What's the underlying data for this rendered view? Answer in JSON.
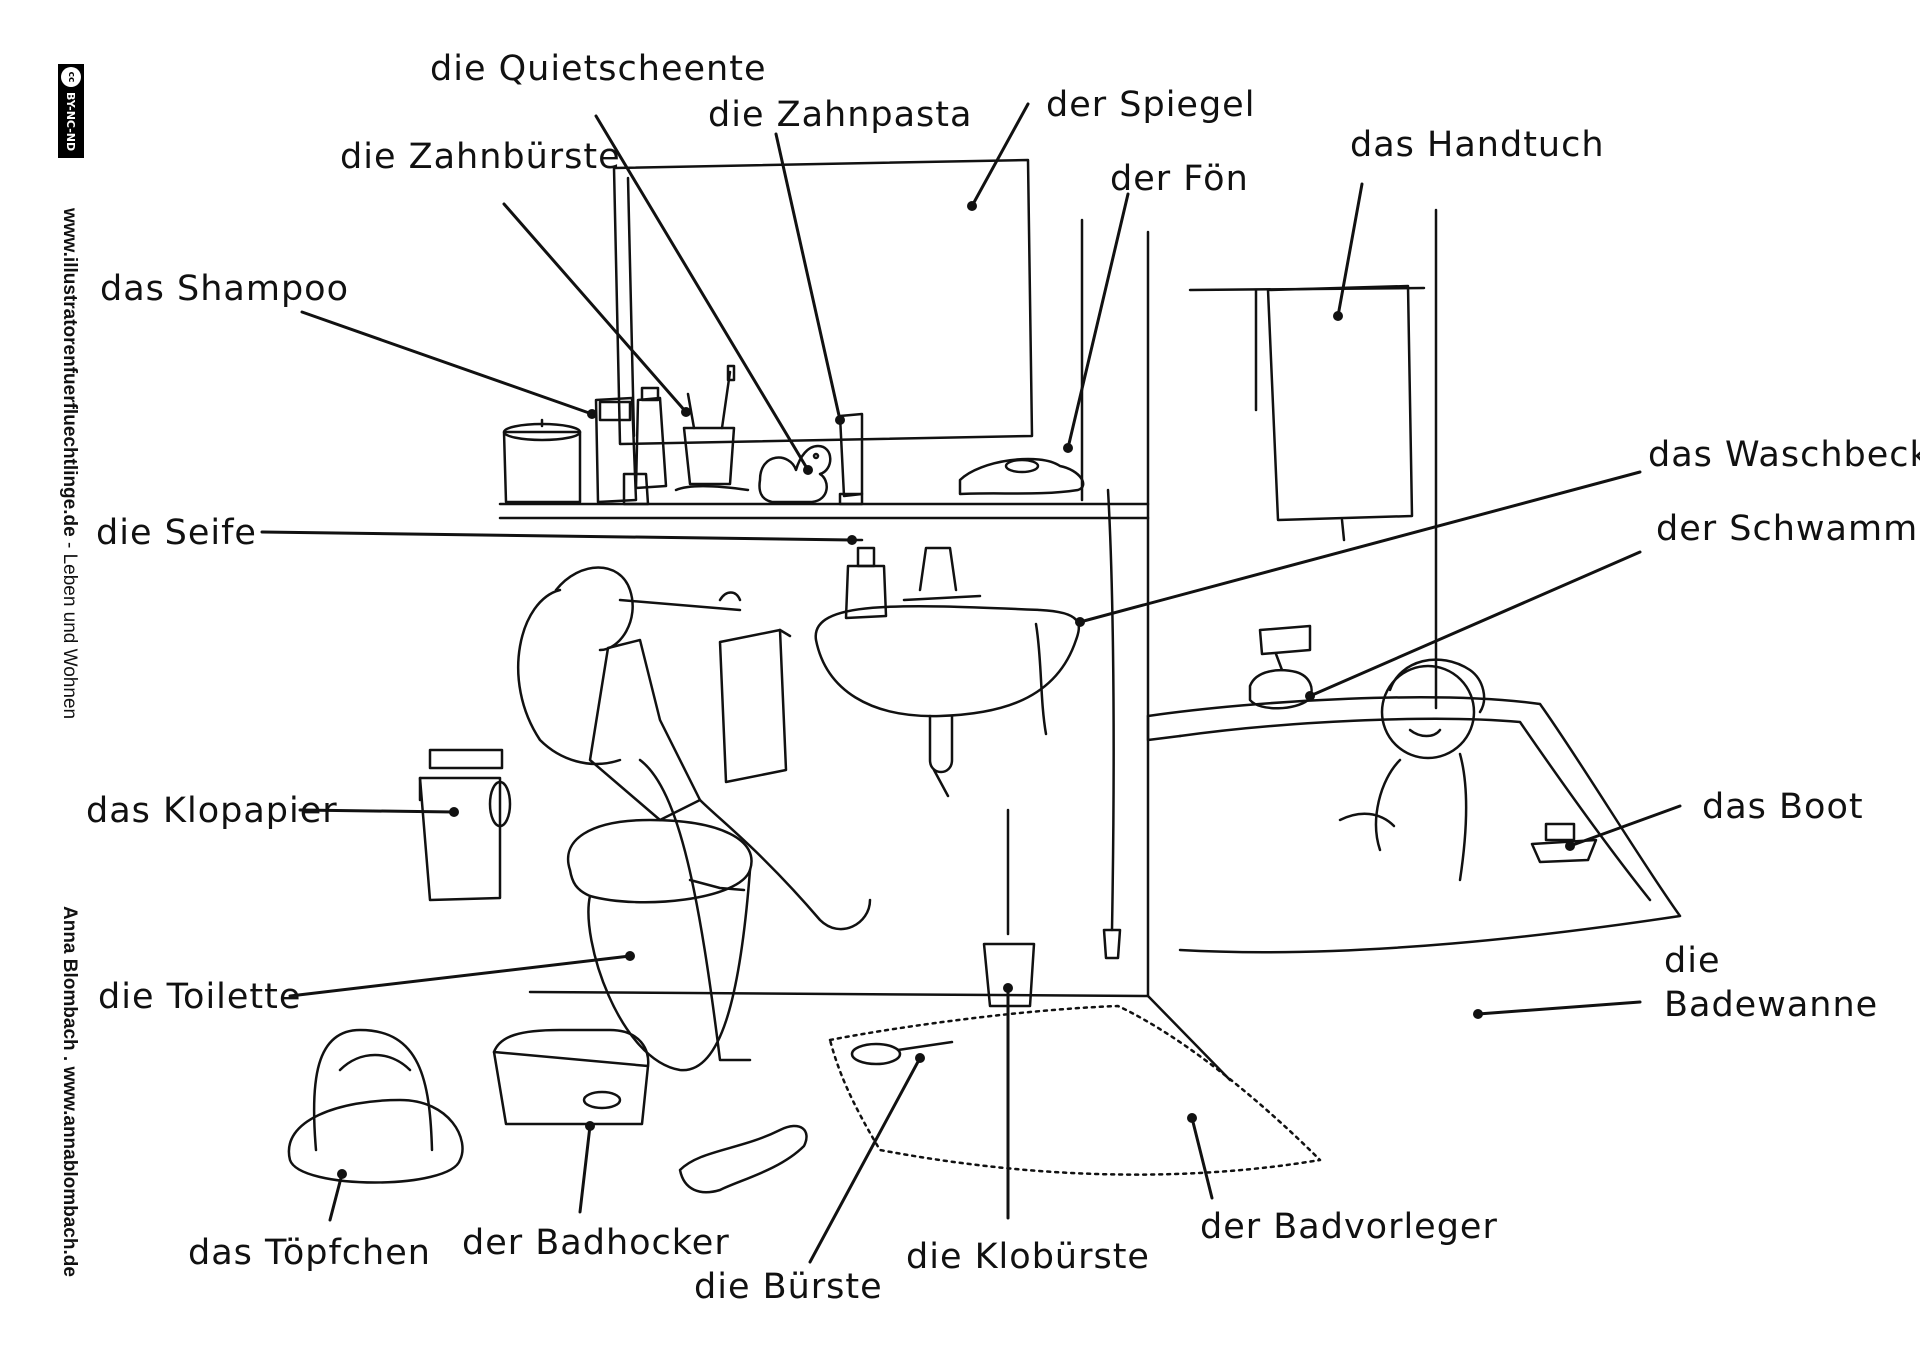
{
  "credits": {
    "license_cc": "cc",
    "license": "BY-NC-ND",
    "website_bold": "www.illustratorenfuerfluechtlinge.de",
    "website_rest": " - Leben und Wohnen",
    "author": "Anna Blombach . www.annablombach.de"
  },
  "labels": {
    "quietscheente": "die Quietscheente",
    "zahnpasta": "die Zahnpasta",
    "spiegel": "der Spiegel",
    "zahnbuerste": "die Zahnbürste",
    "foen": "der Fön",
    "handtuch": "das Handtuch",
    "shampoo": "das Shampoo",
    "waschbecken": "das Waschbecken",
    "seife": "die Seife",
    "schwamm": "der Schwamm",
    "klopapier": "das Klopapier",
    "boot": "das Boot",
    "toilette": "die Toilette",
    "badewanne": "die\nBadewanne",
    "toepfchen": "das Töpfchen",
    "badhocker": "der Badhocker",
    "buerste": "die Bürste",
    "klobuerste": "die Klobürste",
    "badvorleger": "der Badvorleger"
  },
  "colors": {
    "ink": "#111111",
    "paper": "#ffffff"
  }
}
